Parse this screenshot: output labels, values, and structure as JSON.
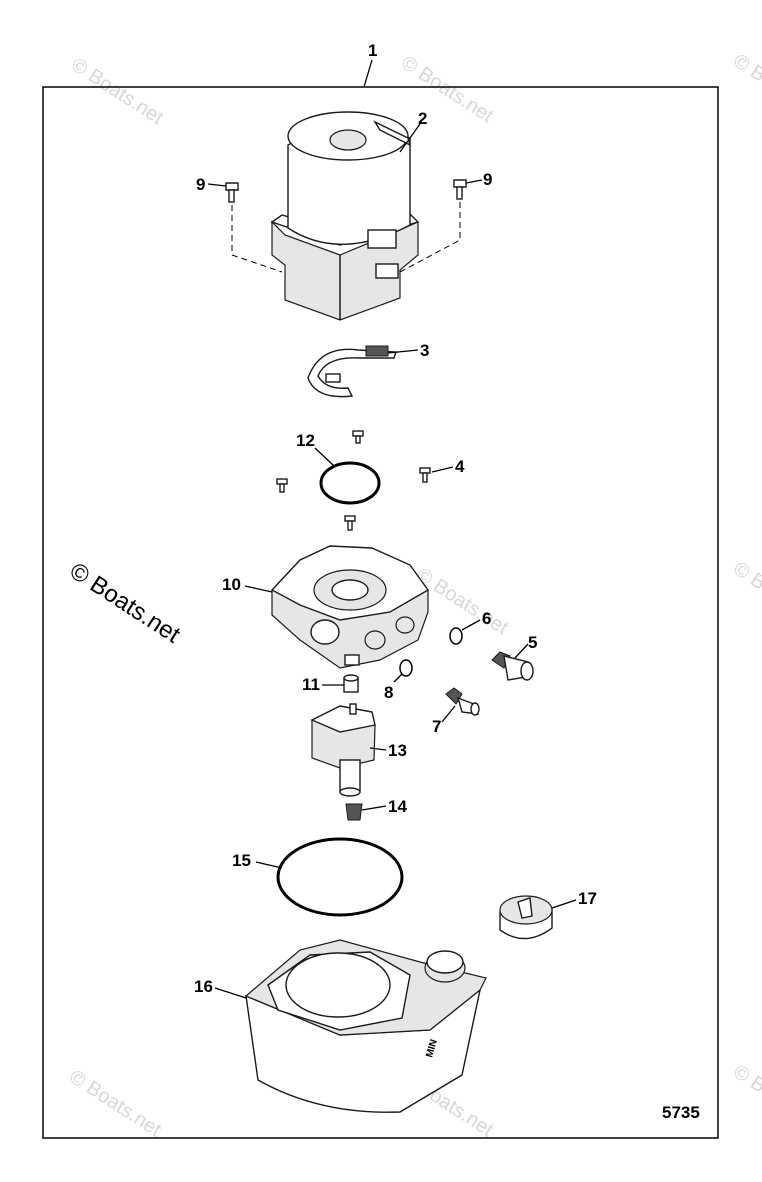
{
  "diagram": {
    "drawing_number": "5735",
    "watermark": "© Boats.net",
    "callouts": [
      "1",
      "2",
      "3",
      "4",
      "5",
      "6",
      "7",
      "8",
      "9",
      "10",
      "11",
      "12",
      "13",
      "14",
      "15",
      "16",
      "17"
    ],
    "reservoir_marking": "MIN"
  }
}
